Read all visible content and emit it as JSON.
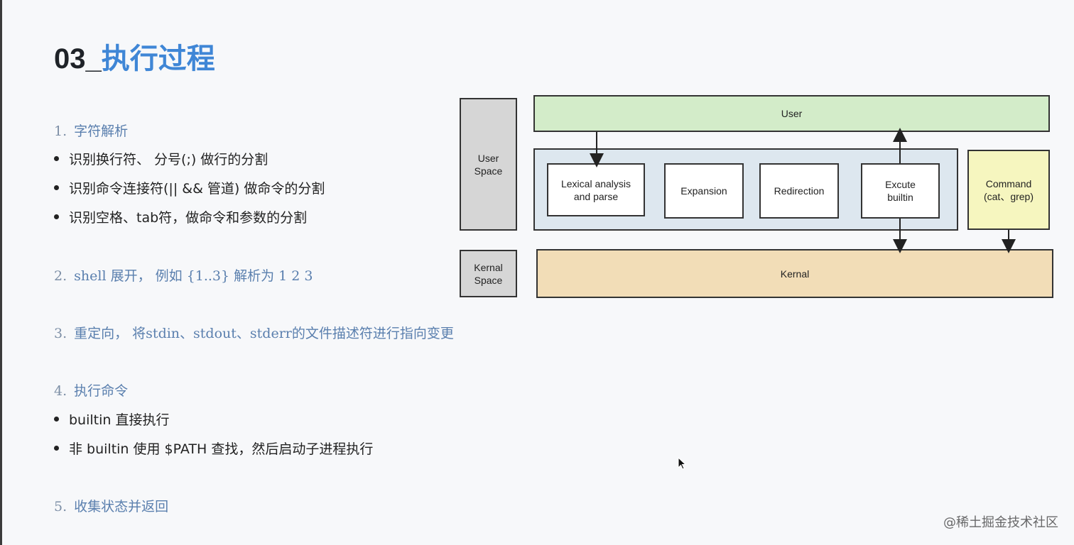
{
  "title": {
    "number": "03_",
    "text": "执行过程"
  },
  "sections": [
    {
      "index": "1.",
      "heading": "字符解析"
    },
    {
      "index": "2.",
      "heading": "shell 展开， 例如 {1..3} 解析为  1 2 3"
    },
    {
      "index": "3.",
      "heading": "重定向， 将stdin、stdout、stderr的文件描述符进行指向变更"
    },
    {
      "index": "4.",
      "heading": "执行命令"
    },
    {
      "index": "5.",
      "heading": "收集状态并返回"
    }
  ],
  "bullets_1": [
    "识别换行符、 分号(;) 做行的分割",
    "识别命令连接符(|| && 管道) 做命令的分割",
    "识别空格、tab符，做命令和参数的分割"
  ],
  "bullets_4": [
    "builtin 直接执行",
    "非 builtin 使用 $PATH 查找，然后启动子进程执行"
  ],
  "diagram": {
    "user_space": "User\nSpace",
    "kernel_space": "Kernal\nSpace",
    "user": "User",
    "lexical": "Lexical analysis\nand parse",
    "expansion": "Expansion",
    "redirection": "Redirection",
    "excute": "Excute\nbuiltin",
    "command": "Command\n(cat、grep)",
    "kernal": "Kernal",
    "colors": {
      "space_gray": "#d6d6d6",
      "user_green": "#d3ecc9",
      "shell_blue": "#dde7ef",
      "command_yellow": "#f6f6bf",
      "kernal_orange": "#f2ddb7"
    }
  },
  "watermark": "@稀土掘金技术社区"
}
